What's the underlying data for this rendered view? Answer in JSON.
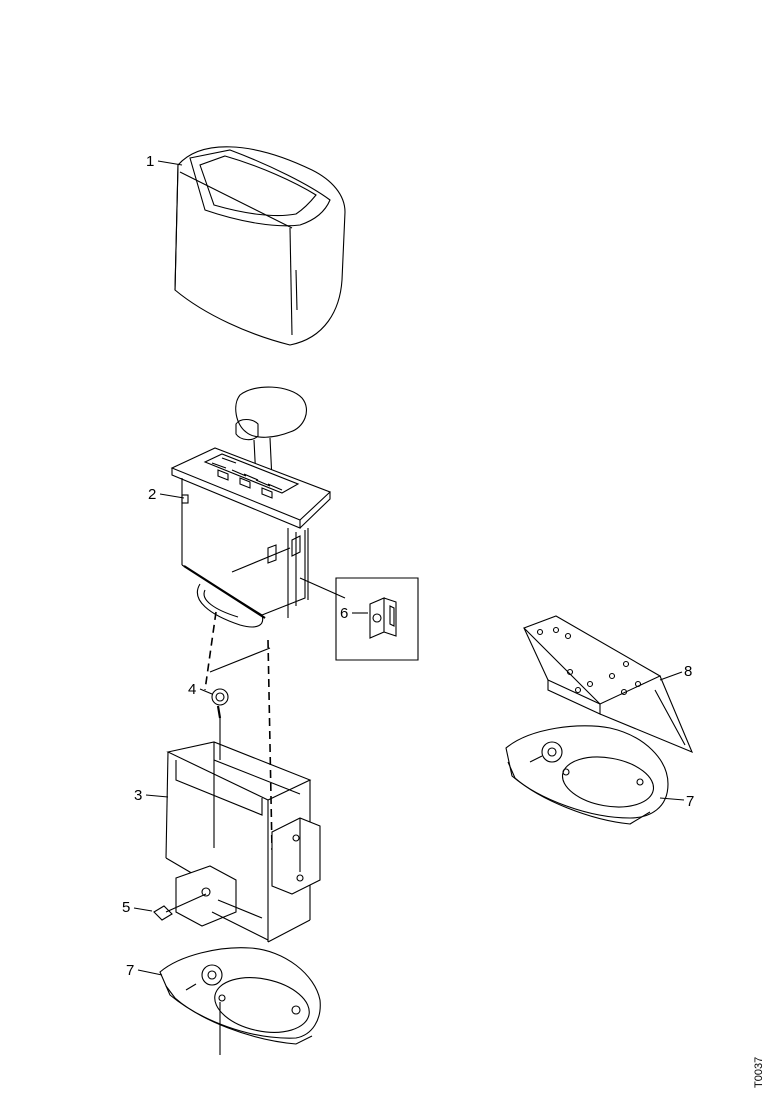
{
  "callouts": {
    "c1": "1",
    "c2": "2",
    "c3": "3",
    "c4": "4",
    "c5": "5",
    "c6": "6",
    "c7a": "7",
    "c7b": "7",
    "c8": "8"
  },
  "drawing_code": "T0037"
}
